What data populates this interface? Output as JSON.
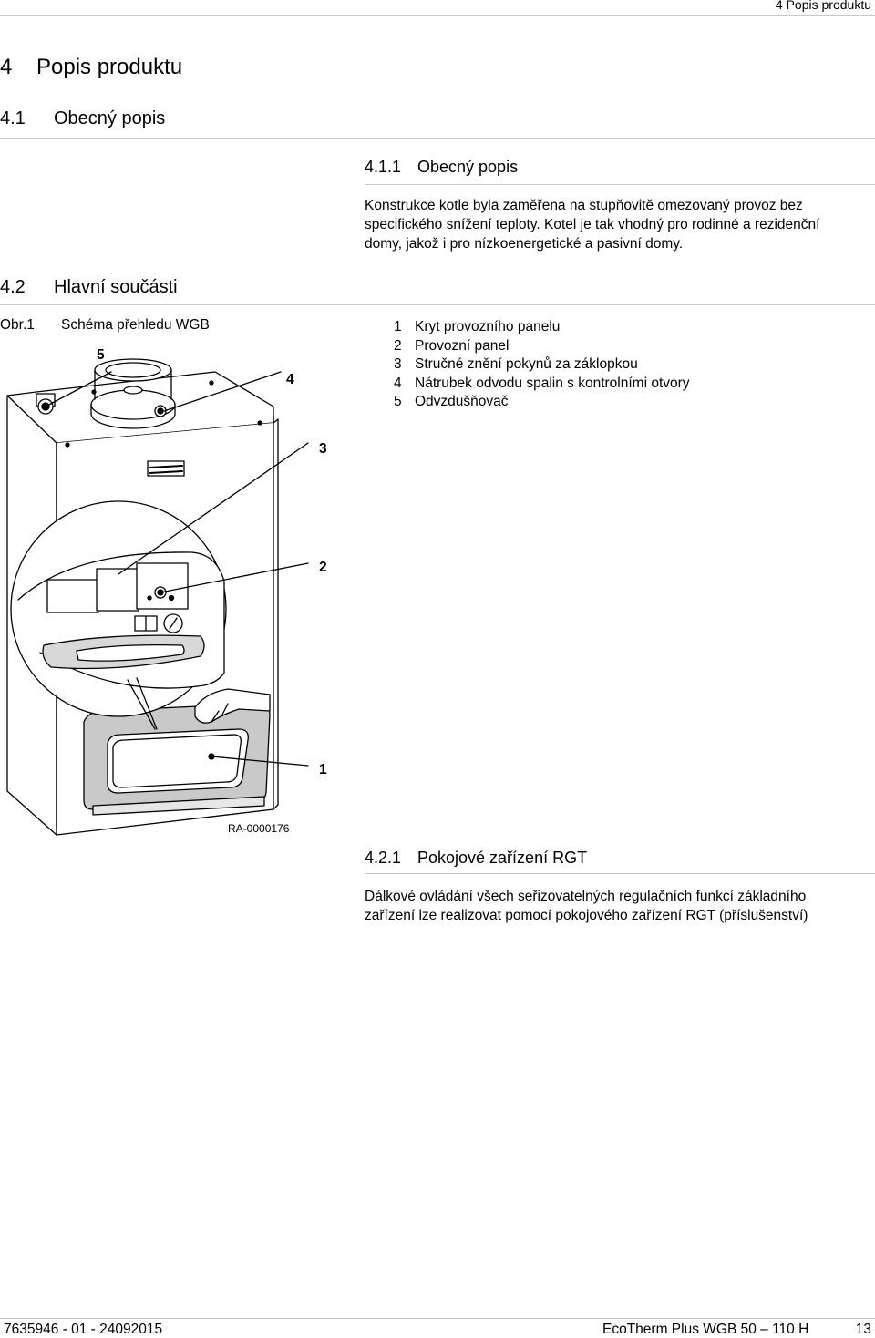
{
  "running_header": "4   Popis produktu",
  "chapter": {
    "number": "4",
    "title": "Popis produktu"
  },
  "section_4_1": {
    "number": "4.1",
    "title": "Obecný popis"
  },
  "section_4_1_1": {
    "number": "4.1.1",
    "title": "Obecný popis",
    "lines": [
      "Konstrukce kotle byla zaměřena na stupňovitě omezovaný provoz bez",
      "specifického snížení teploty. Kotel je tak vhodný pro rodinné a rezidenční",
      "domy, jakož i pro nízkoenergetické a pasivní domy."
    ]
  },
  "section_4_2": {
    "number": "4.2",
    "title": "Hlavní součásti"
  },
  "figure": {
    "label": "Obr.1",
    "caption": "Schéma přehledu WGB",
    "callouts": [
      "1",
      "2",
      "3",
      "4",
      "5"
    ],
    "code": "RA-0000176"
  },
  "legend": [
    {
      "num": "1",
      "text": "Kryt provozního panelu"
    },
    {
      "num": "2",
      "text": "Provozní panel"
    },
    {
      "num": "3",
      "text": "Stručné znění pokynů za záklopkou"
    },
    {
      "num": "4",
      "text": "Nátrubek odvodu spalin s kontrolními otvory"
    },
    {
      "num": "5",
      "text": "Odvzdušňovač"
    }
  ],
  "section_4_2_1": {
    "number": "4.2.1",
    "title": "Pokojové zařízení RGT",
    "lines": [
      "Dálkové ovládání všech seřizovatelných regulačních funkcí základního",
      "zařízení lze realizovat pomocí pokojového zařízení RGT (příslušenství)"
    ]
  },
  "footer": {
    "doc_code": "7635946 - 01 - 24092015",
    "product": "EcoTherm Plus WGB 50 – 110 H",
    "page": "13"
  }
}
